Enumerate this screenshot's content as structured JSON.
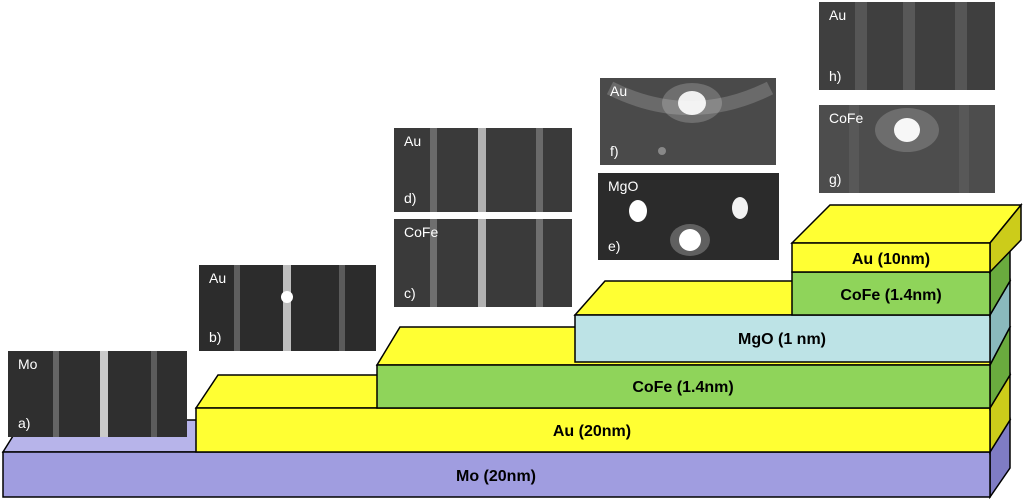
{
  "layers": {
    "mo": "Mo (20nm)",
    "au_bottom": "Au (20nm)",
    "cofe_bottom": "CoFe (1.4nm)",
    "mgo": "MgO (1 nm)",
    "cofe_top": "CoFe (1.4nm)",
    "au_top": "Au (10nm)"
  },
  "patterns": {
    "a": {
      "material": "Mo",
      "index": "a)",
      "type": "streaks"
    },
    "b": {
      "material": "Au",
      "index": "b)",
      "type": "streaks"
    },
    "c": {
      "material": "CoFe",
      "index": "c)",
      "type": "streaks"
    },
    "d": {
      "material": "Au",
      "index": "d)",
      "type": "streaks"
    },
    "e": {
      "material": "MgO",
      "index": "e)",
      "type": "spots"
    },
    "f": {
      "material": "Au",
      "index": "f)",
      "type": "diffuse"
    },
    "g": {
      "material": "CoFe",
      "index": "g)",
      "type": "diffuse"
    },
    "h": {
      "material": "Au",
      "index": "h)",
      "type": "faint"
    }
  },
  "colors": {
    "mo": "#a09de0",
    "au": "#ffff33",
    "cofe": "#8fd45a",
    "mgo": "#bde3e6"
  }
}
